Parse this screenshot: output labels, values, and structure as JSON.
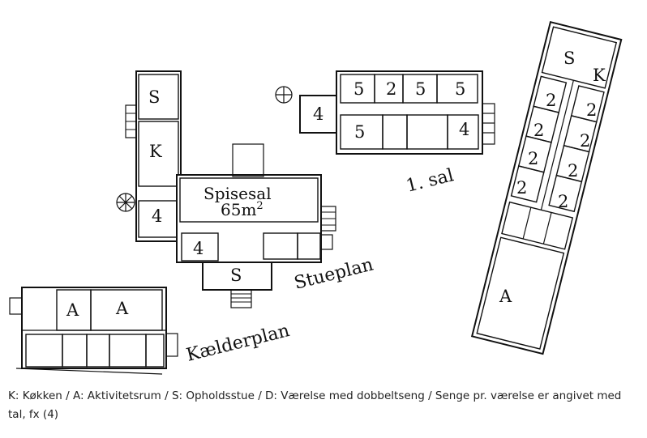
{
  "floors": {
    "kaelder": {
      "title": "Kælderplan",
      "rooms": [
        "A",
        "A"
      ]
    },
    "stue": {
      "title": "Stueplan",
      "rooms": [
        "S",
        "K",
        "4",
        "4",
        "S"
      ],
      "dining_name": "Spisesal",
      "dining_area": "65m",
      "dining_area_sup": "2"
    },
    "sal": {
      "title": "1. sal",
      "rooms": [
        "5",
        "2",
        "5",
        "5",
        "4",
        "5",
        "4"
      ]
    },
    "annex": {
      "rooms": [
        "S",
        "K",
        "2",
        "2",
        "2",
        "2",
        "2",
        "2",
        "2",
        "2",
        "A"
      ]
    }
  },
  "caption": "K: Køkken / A: Aktivitetsrum / S: Opholdsstue / D: Værelse med dobbeltseng / Senge pr. værelse er angivet med tal, fx (4)"
}
